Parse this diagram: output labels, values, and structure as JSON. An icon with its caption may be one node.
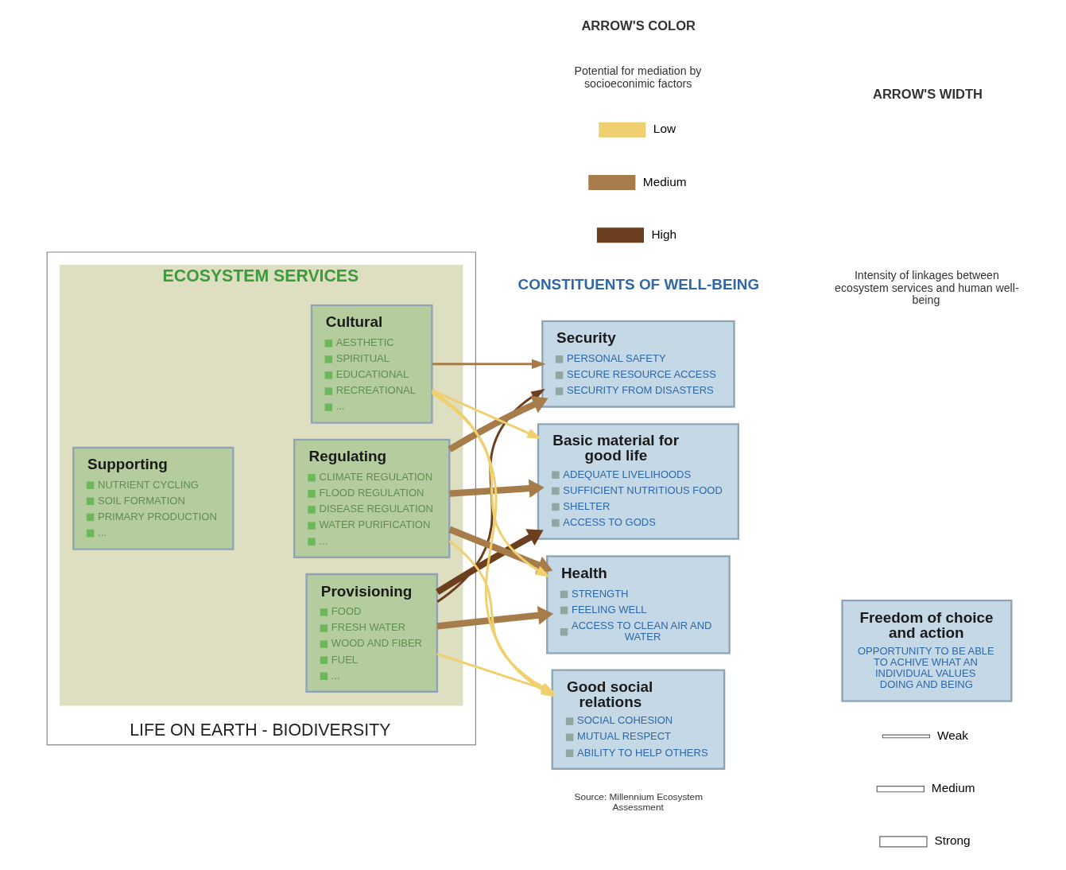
{
  "diagram": {
    "nodes": [
      {
        "text": [
          "LIFE ON EARTH - BIODIVERSITY"
        ]
      },
      {
        "text": [
          "ECOSYSTEM SERVICES"
        ],
        "in": 0
      },
      {
        "text": [
          "Supporting",
          "NUTRIENT CYCLING",
          "SOIL FORMATION",
          "PRIMARY PRODUCTION",
          "..."
        ],
        "in": 1
      },
      {
        "text": [
          "Provisioning",
          "FOOD",
          "FRESH WATER",
          "WOOD AND FIBER",
          "FUEL",
          "..."
        ],
        "in": 1
      },
      {
        "text": [
          "Regulating",
          "CLIMATE REGULATION",
          "FLOOD REGULATION",
          "DISEASE REGULATION",
          "WATER PURIFICATION",
          "..."
        ],
        "in": 1
      },
      {
        "text": [
          "Cultural",
          "AESTHETIC",
          "SPIRITUAL",
          "EDUCATIONAL",
          "RECREATIONAL",
          "..."
        ],
        "in": 1
      },
      {
        "text": [
          "Security",
          "PERSONAL SAFETY",
          "SECURE RESOURCE ACCESS",
          "SECURITY FROM DISASTERS"
        ]
      },
      {
        "text": [
          "Basic material for good life",
          "ADEQUATE LIVELIHOODS",
          "SUFFICIENT NUTRITIOUS FOOD",
          "SHELTER",
          "ACCESS TO GODS"
        ]
      },
      {
        "text": [
          "Health",
          "STRENGTH",
          "FEELING WELL",
          "ACCESS TO CLEAN AIR AND WATER"
        ]
      },
      {
        "text": [
          "Good social relations",
          "SOCIAL COHESION",
          "MUTUAL RESPECT",
          "ABILITY TO HELP OTHERS"
        ]
      },
      {
        "text": [
          "Freedom of choice and action",
          "OPPORTUNITY TO BE ABLE TO ACHIVE WHAT AN INDIVIDUAL VALUES DOING AND BEING"
        ]
      }
    ],
    "edges": [
      {
        "from": 3,
        "to": 6,
        "arrow": "to",
        "color": "#6b3f1e"
      },
      {
        "from": 3,
        "to": 7,
        "arrow": "to",
        "style": "thick",
        "color": "#6b3f1e"
      },
      {
        "from": 3,
        "to": 8,
        "arrow": "to",
        "style": "thick"
      },
      {
        "from": 3,
        "to": 9,
        "arrow": "to",
        "color": "#f0cf6e"
      },
      {
        "from": 4,
        "to": 6,
        "arrow": "to",
        "style": "thick"
      },
      {
        "from": 4,
        "to": 7,
        "arrow": "to",
        "style": "thick"
      },
      {
        "from": 4,
        "to": 8,
        "arrow": "to",
        "style": "thick"
      },
      {
        "from": 4,
        "to": 9,
        "arrow": "to",
        "color": "#f0cf6e"
      },
      {
        "from": 5,
        "to": 6,
        "arrow": "to"
      },
      {
        "from": 5,
        "to": 7,
        "arrow": "to",
        "color": "#f0cf6e"
      },
      {
        "from": 5,
        "to": 8,
        "arrow": "to",
        "color": "#f0cf6e"
      },
      {
        "from": 5,
        "to": 9,
        "arrow": "to",
        "color": "#f0cf6e"
      }
    ],
    "labels": [
      "CONSTITUENTS OF WELL-BEING",
      "Source: Millennium Ecosystem Assessment",
      "ARROW'S COLOR",
      "Potential for mediation by socioeconimic factors",
      "ARROW'S WIDTH",
      "Intensity of linkages between ecosystem services and human well-being"
    ],
    "legend": [
      {
        "text": "Low",
        "color": "#f0cf6e"
      },
      {
        "text": "Medium",
        "color": "#a67c4a"
      },
      {
        "text": "High",
        "color": "#6b3f1e"
      },
      {
        "text": "Weak"
      },
      {
        "text": "Medium"
      },
      {
        "text": "Strong"
      }
    ]
  }
}
